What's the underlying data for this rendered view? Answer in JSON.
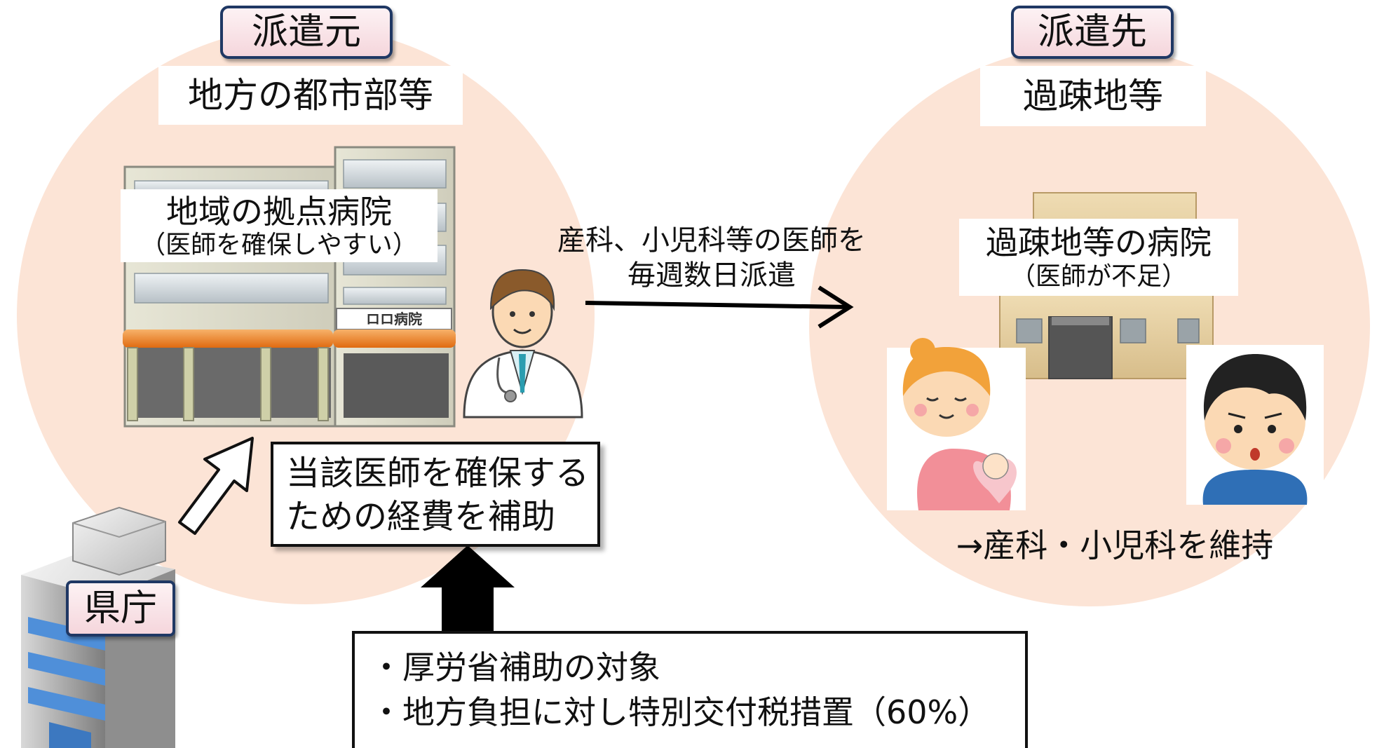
{
  "source": {
    "tag": "派遣元",
    "area": "地方の都市部等",
    "hospital_name": "地域の拠点病院",
    "hospital_note": "（医師を確保しやすい）",
    "hospital_sign": "ロロ病院"
  },
  "destination": {
    "tag": "派遣先",
    "area": "過疎地等",
    "hospital_name": "過疎地等の病院",
    "hospital_note": "（医師が不足）",
    "result": "→産科・小児科を維持"
  },
  "dispatch": {
    "line1": "産科、小児科等の医師を",
    "line2": "毎週数日派遣"
  },
  "subsidy": {
    "line1": "当該医師を確保する",
    "line2": "ための経費を補助"
  },
  "prefecture": {
    "label": "県庁"
  },
  "national": {
    "line1": "・厚労省補助の対象",
    "line2": "・地方負担に対し特別交付税措置（60%）"
  },
  "colors": {
    "circle_fill": "#fce4d6",
    "tag_border": "#1f3864",
    "tag_fill": "#f8dde2"
  },
  "icons": [
    "hospital-building-icon",
    "doctor-icon",
    "clinic-building-icon",
    "pregnant-woman-icon",
    "child-icon",
    "prefectural-office-icon",
    "hollow-arrow-icon",
    "solid-arrow-icon",
    "dispatch-arrow-icon"
  ]
}
